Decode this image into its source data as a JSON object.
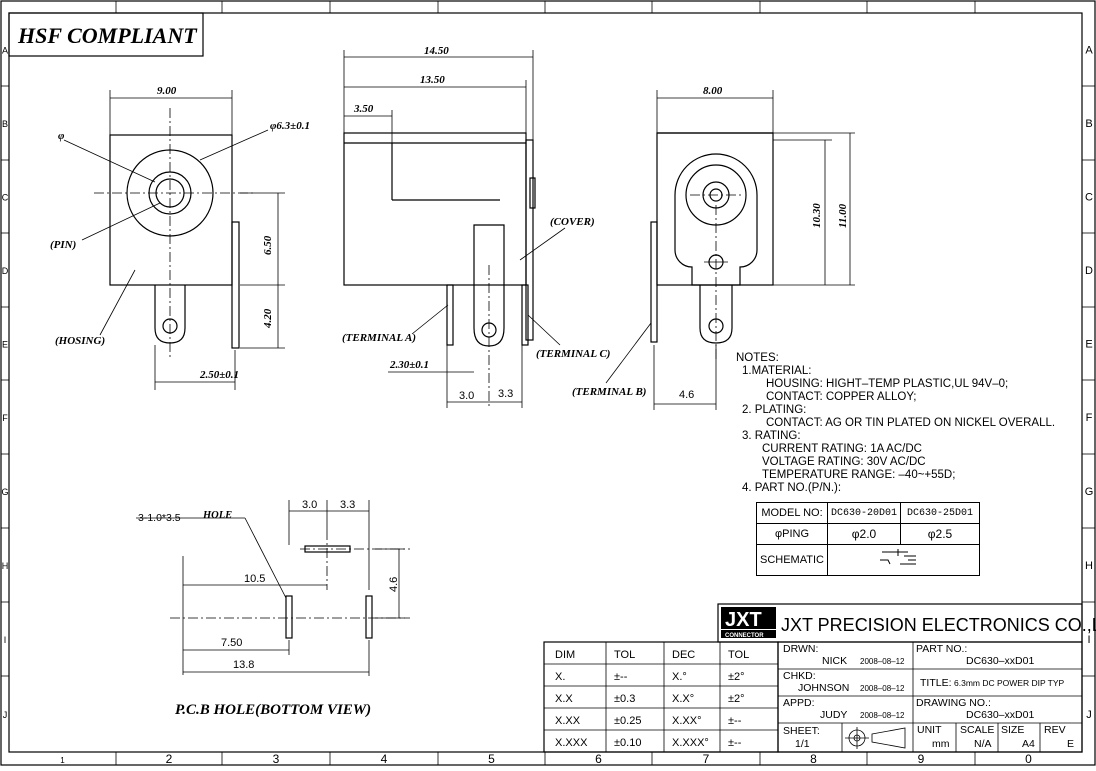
{
  "header": {
    "compliance": "HSF COMPLIANT"
  },
  "grid": {
    "rows": [
      "A",
      "B",
      "C",
      "D",
      "E",
      "F",
      "G",
      "H",
      "I",
      "J"
    ],
    "cols": [
      "1",
      "2",
      "3",
      "4",
      "5",
      "6",
      "7",
      "8",
      "9",
      "0"
    ]
  },
  "front_view": {
    "width": "9.00",
    "jack_dia": "φ6.3±0.1",
    "hole_label": "φ",
    "height1": "6.50",
    "height2": "4.20",
    "offset": "2.50±0.1",
    "pin": "(PIN)",
    "housing": "(HOSING)"
  },
  "side_view": {
    "overall": "14.50",
    "body": "13.50",
    "front": "3.50",
    "cover": "(COVER)",
    "term_a": "(TERMINAL A)",
    "term_c": "(TERMINAL C)",
    "pin_off": "2.30±0.1",
    "d1": "3.0",
    "d2": "3.3"
  },
  "rear_view": {
    "width": "8.00",
    "h1": "10.30",
    "h2": "11.00",
    "term_b": "(TERMINAL B)",
    "off": "4.6"
  },
  "pcb": {
    "hole": "3-1.0*3.5",
    "hole_word": "HOLE",
    "d1": "3.0",
    "d2": "3.3",
    "w1": "10.5",
    "h1": "4.6",
    "w2": "7.50",
    "w3": "13.8",
    "title": "P.C.B HOLE(BOTTOM VIEW)"
  },
  "notes": {
    "title": "NOTES:",
    "lines": [
      {
        "t": "1.MATERIAL:",
        "cls": "i1"
      },
      {
        "t": "HOUSING:  HIGHT–TEMP PLASTIC,UL 94V–0;",
        "cls": "i2"
      },
      {
        "t": "CONTACT:  COPPER ALLOY;",
        "cls": "i2"
      },
      {
        "t": "2. PLATING:",
        "cls": "i1"
      },
      {
        "t": "CONTACT:  AG OR TIN PLATED ON NICKEL OVERALL.",
        "cls": "i2"
      },
      {
        "t": "3. RATING:",
        "cls": "i1"
      },
      {
        "t": "CURRENT RATING:  1A AC/DC",
        "cls": "i3"
      },
      {
        "t": "VOLTAGE RATING:  30V AC/DC",
        "cls": "i3"
      },
      {
        "t": "TEMPERATURE RANGE:  –40~+55D;",
        "cls": "i3"
      },
      {
        "t": "4. PART NO.(P/N.):",
        "cls": "i1"
      }
    ]
  },
  "part_table": {
    "model_label": "MODEL NO:",
    "models": [
      "DC630-20D01",
      "DC630-25D01"
    ],
    "ping_label": "φPING",
    "pings": [
      "φ2.0",
      "φ2.5"
    ],
    "schematic_label": "SCHEMATIC"
  },
  "tolerance": {
    "headers": [
      "DIM",
      "TOL",
      "DEC",
      "TOL"
    ],
    "rows": [
      [
        "X.",
        "±--",
        "X.°",
        "±2°"
      ],
      [
        "X.X",
        "±0.3",
        "X.X°",
        "±2°"
      ],
      [
        "X.XX",
        "±0.25",
        "X.XX°",
        "±--"
      ],
      [
        "X.XXX",
        "±0.10",
        "X.XXX°",
        "±--"
      ]
    ]
  },
  "title_block": {
    "logo": "JXT",
    "logo_sub": "CONNECTOR",
    "company": "JXT PRECISION ELECTRONICS CO.,LTD",
    "drwn_label": "DRWN:",
    "drwn_name": "NICK",
    "drwn_date": "2008–08–12",
    "chkd_label": "CHKD:",
    "chkd_name": "JOHNSON",
    "chkd_date": "2008–08–12",
    "appd_label": "APPD:",
    "appd_name": "JUDY",
    "appd_date": "2008–08–12",
    "part_label": "PART  NO.:",
    "part_no": "DC630–xxD01",
    "title_label": "TITLE:",
    "title": "6.3mm DC POWER DIP TYP",
    "drawing_label": "DRAWING  NO.:",
    "drawing_no": "DC630–xxD01",
    "sheet_label": "SHEET:",
    "sheet": "1/1",
    "unit_label": "UNIT",
    "unit": "mm",
    "scale_label": "SCALE",
    "scale": "N/A",
    "size_label": "SIZE",
    "size": "A4",
    "rev_label": "REV",
    "rev": "E"
  }
}
